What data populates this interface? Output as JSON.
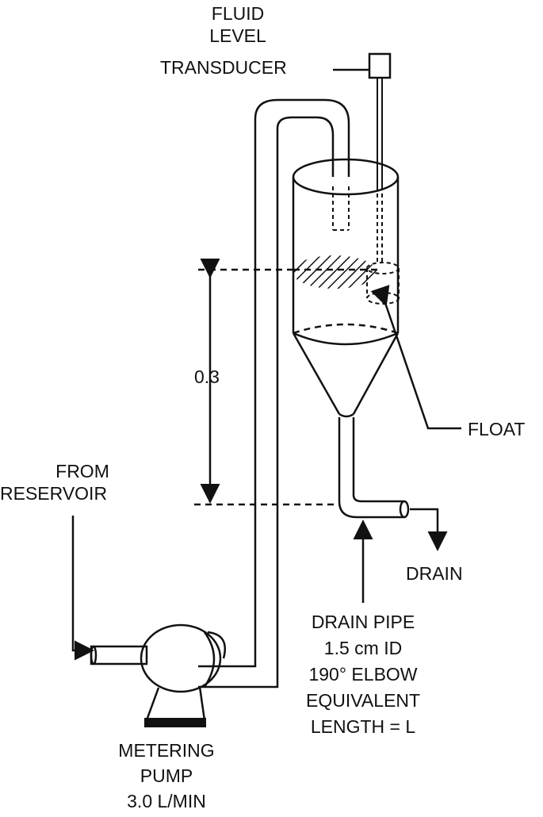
{
  "labels": {
    "transducer": [
      "FLUID",
      "LEVEL",
      "TRANSDUCER"
    ],
    "dimension": "0.3",
    "float": "FLOAT",
    "reservoir": [
      "FROM",
      "RESERVOIR"
    ],
    "drain": "DRAIN",
    "drain_pipe": [
      "DRAIN PIPE",
      "1.5 cm ID",
      "190° ELBOW",
      "EQUIVALENT",
      "LENGTH = L"
    ],
    "pump": [
      "METERING",
      "PUMP",
      "3.0 L/MIN"
    ]
  }
}
